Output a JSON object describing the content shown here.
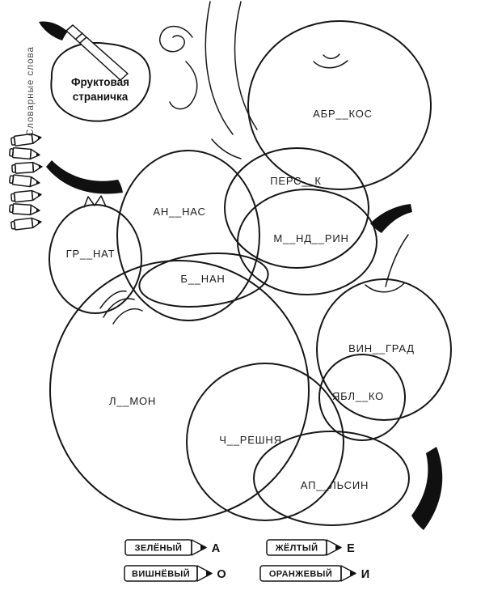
{
  "page": {
    "side_label": "Словарные слова",
    "palette_title_line1": "Фруктовая",
    "palette_title_line2": "страничка"
  },
  "fruits": {
    "apricot": "АБР__КОС",
    "peach": "ПЕРС__К",
    "pineapple": "АН__НАС",
    "mandarin": "М__НД__РИН",
    "pomegranate": "ГР__НАТ",
    "banana": "Б__НАН",
    "grapes": "ВИН__ГРАД",
    "apple": "ЯБЛ__КО",
    "lemon": "Л__МОН",
    "cherry": "Ч__РЕШНЯ",
    "orange": "АП__ЛЬСИН"
  },
  "legend": [
    {
      "color": "ЗЕЛЁНЫЙ",
      "letter": "А"
    },
    {
      "color": "ЖЁЛТЫЙ",
      "letter": "Е"
    },
    {
      "color": "ВИШНЁВЫЙ",
      "letter": "О"
    },
    {
      "color": "ОРАНЖЕВЫЙ",
      "letter": "И"
    }
  ]
}
